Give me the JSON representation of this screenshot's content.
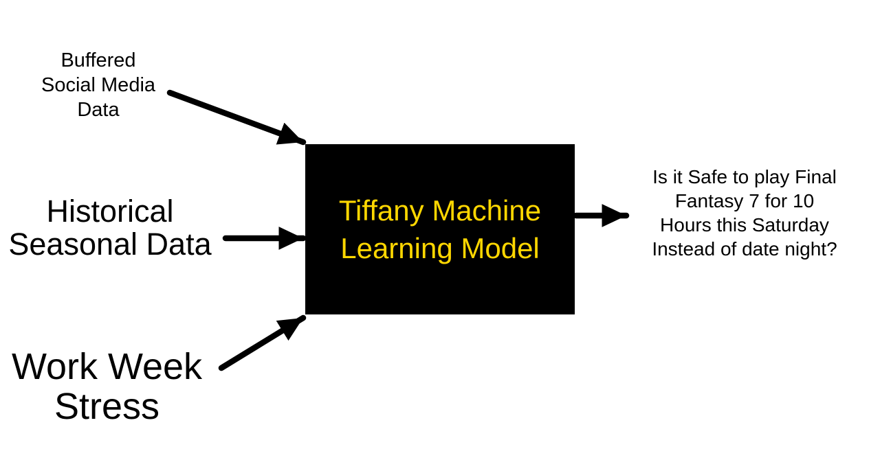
{
  "page": {
    "background_color": "#FFFFFF"
  },
  "diagram": {
    "inputs": [
      {
        "id": "buffered-social-media-data",
        "label": "Buffered\nSocial Media\nData"
      },
      {
        "id": "historical-seasonal-data",
        "label": "Historical\nSeasonal Data"
      },
      {
        "id": "work-week-stress",
        "label": "Work Week\nStress"
      }
    ],
    "model": {
      "label": "Tiffany Machine\nLearning Model",
      "background_color": "#000000",
      "text_color": "#FFD700"
    },
    "output": {
      "label": "Is it Safe to play Final\nFantasy 7 for 10\nHours this Saturday\nInstead of date night?"
    },
    "arrow_color": "#000000"
  }
}
